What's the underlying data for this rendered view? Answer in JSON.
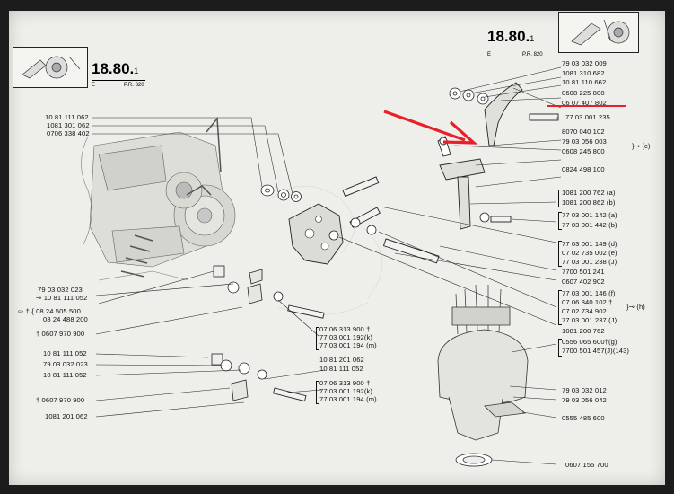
{
  "header_left": {
    "page_number": "18.80.",
    "page_suffix": "1",
    "ref_letter": "E",
    "ref_text": "P.R. 820"
  },
  "header_right": {
    "page_number": "18.80.",
    "page_suffix": "1",
    "ref_letter": "E",
    "ref_text": "P.R. 820"
  },
  "annotation": {
    "arrow_color": "#e8202a",
    "underline_color": "#e8202a",
    "highlighted_part": "0608 225 800"
  },
  "left_labels": {
    "l1": "10 81 111 062",
    "l2": "1081 301 062",
    "l3": "0706 338 402",
    "l4": "79 03 032 023",
    "l5": "10 81 111 052",
    "l6a": "08 24 505 500",
    "l6b": "08 24 488 200",
    "l7": "0607 970 900",
    "l8": "10 81 111 052",
    "l9": "79 03 032 023",
    "l10": "10 81 111 052",
    "l11": "0607 970 900",
    "l12": "1081 201 062"
  },
  "mid_labels": {
    "m1a": "07 06 313 900",
    "m1b": "77 03 001 192(k)",
    "m1c": "77 03 001 194",
    "m1c_tag": "(m)",
    "m2a": "10 81 201 062",
    "m2b": "10 81 111 052",
    "m3a": "07 06 313 900",
    "m3b": "77 03 001 192(k)",
    "m3c": "77 03 001 194  (m)"
  },
  "right_labels": {
    "r1": "79 03 032 009",
    "r2": "1081 310 682",
    "r3": "10 81 110 662",
    "r4": "0608 225 800",
    "r5": "06 07 407 802",
    "r6": "77 03 001 235",
    "r7": "8070 040 102",
    "r8": "79 03 056 003",
    "r9": "0608 245 800",
    "r10": "0824 498 100",
    "r11a": "1081 200 762  (a)",
    "r11b": "1081 200 862  (b)",
    "r12a": "77 03 001 142  (a)",
    "r12b": "77 03 001 442  (b)",
    "r13a": "77 03 001 149  (d)",
    "r13b": "07 02 735 002  (e)",
    "r13c": "77 03 001 238  (J)",
    "r14": "7700 501 241",
    "r15": "0607 402 902",
    "r16a": "77 03 001 146",
    "r16b": "07 06 340 102",
    "r16c": "07 02 734 902",
    "r16d": "77 03 001 237  (J)",
    "r16_tag": "(h)",
    "r17": "1081 200 762",
    "r18a": "0556 065 600",
    "r18a_tag": "(g)",
    "r18b": "7700 501 457(J)",
    "r18b_tag": "(143)",
    "r19": "79 03 032 012",
    "r20": "79 03 056 042",
    "r21": "0555 485 600",
    "r22": "0607 155 700"
  },
  "tags": {
    "c": "(c)",
    "f": "(f)"
  }
}
